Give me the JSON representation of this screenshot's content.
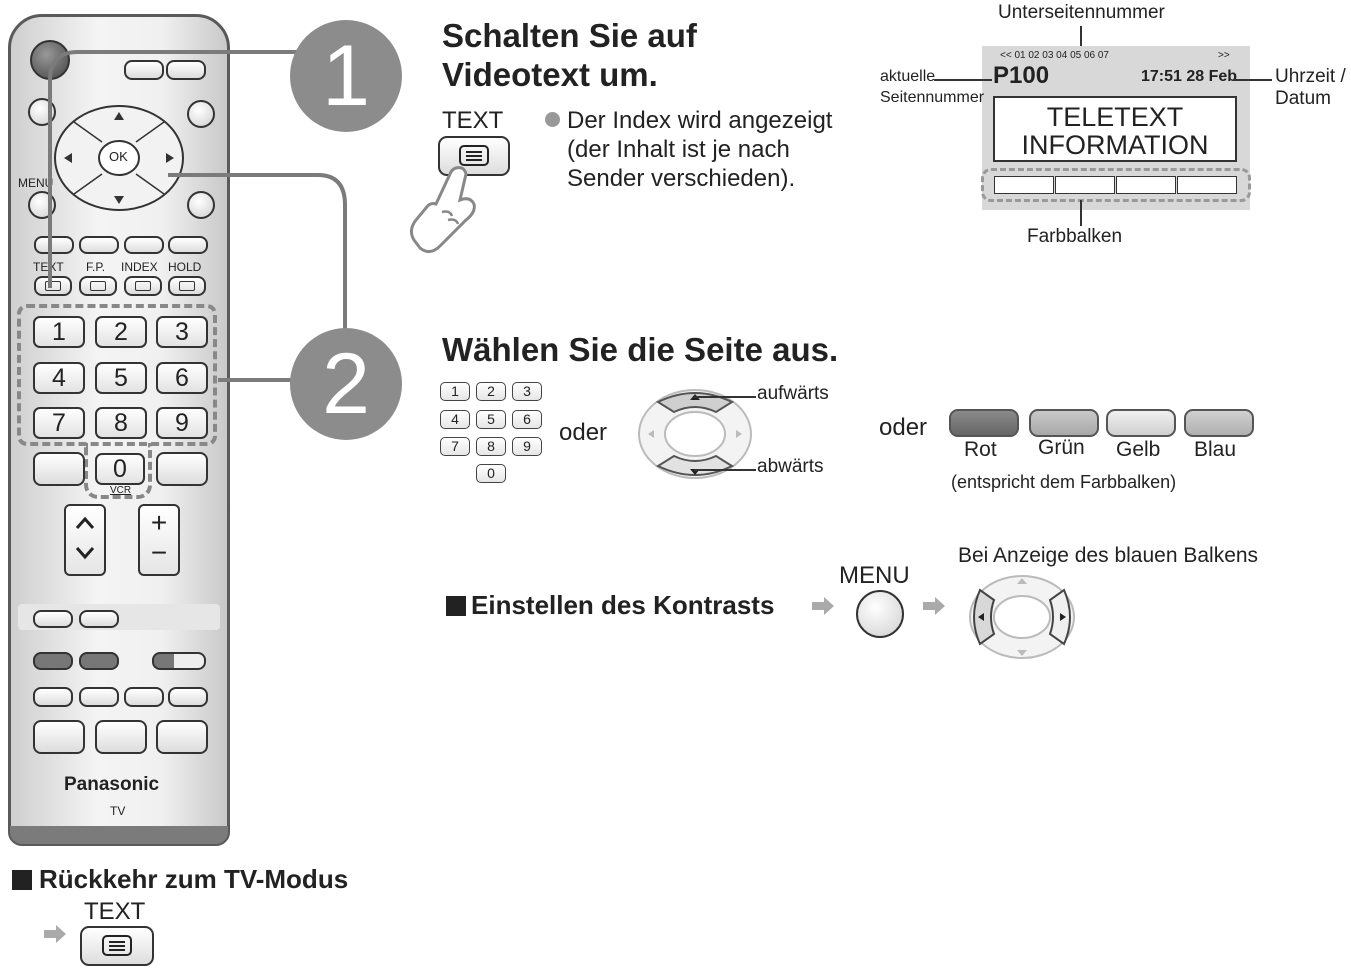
{
  "step1": {
    "number": "1",
    "title_line1": "Schalten Sie auf",
    "title_line2": "Videotext um.",
    "button_label": "TEXT",
    "bullet_line1": "Der Index wird angezeigt",
    "bullet_line2": "(der Inhalt ist je nach",
    "bullet_line3": "Sender verschieden)."
  },
  "teletext": {
    "subpage_label": "Unterseitennummer",
    "current_page_label1": "aktuelle",
    "current_page_label2": "Seitennummer",
    "subpage_numbers": "<< 01 02 03 04 05 06 07",
    "subpage_next": ">>",
    "page": "P100",
    "time_date": "17:51 28 Feb",
    "time_label1": "Uhrzeit /",
    "time_label2": "Datum",
    "info_line1": "TELETEXT",
    "info_line2": "INFORMATION",
    "color_bar_label": "Farbbalken"
  },
  "step2": {
    "number": "2",
    "title": "Wählen Sie die Seite aus.",
    "digits": [
      "1",
      "2",
      "3",
      "4",
      "5",
      "6",
      "7",
      "8",
      "9",
      "0"
    ],
    "or1": "oder",
    "up": "aufwärts",
    "down": "abwärts",
    "or2": "oder",
    "colors": [
      "Rot",
      "Grün",
      "Gelb",
      "Blau"
    ],
    "color_note": "(entspricht dem Farbbalken)"
  },
  "contrast": {
    "title": "Einstellen des Kontrasts",
    "menu_label": "MENU",
    "blue_bar_note": "Bei Anzeige des blauen Balkens"
  },
  "tv_mode": {
    "title": "Rückkehr zum TV-Modus",
    "button_label": "TEXT"
  },
  "remote": {
    "menu": "MENU",
    "ok": "OK",
    "text": "TEXT",
    "fp": "F.P.",
    "index": "INDEX",
    "hold": "HOLD",
    "digits": [
      "1",
      "2",
      "3",
      "4",
      "5",
      "6",
      "7",
      "8",
      "9",
      "0"
    ],
    "vcr": "VCR",
    "plus": "+",
    "minus": "−",
    "brand": "Panasonic",
    "tv": "TV"
  },
  "colors": {
    "red_key": "#777777",
    "green_key": "#b5b5b5",
    "yellow_key": "#dcdcdc",
    "blue_key": "#bdbdbd",
    "step_circle": "#8c8c8c"
  }
}
